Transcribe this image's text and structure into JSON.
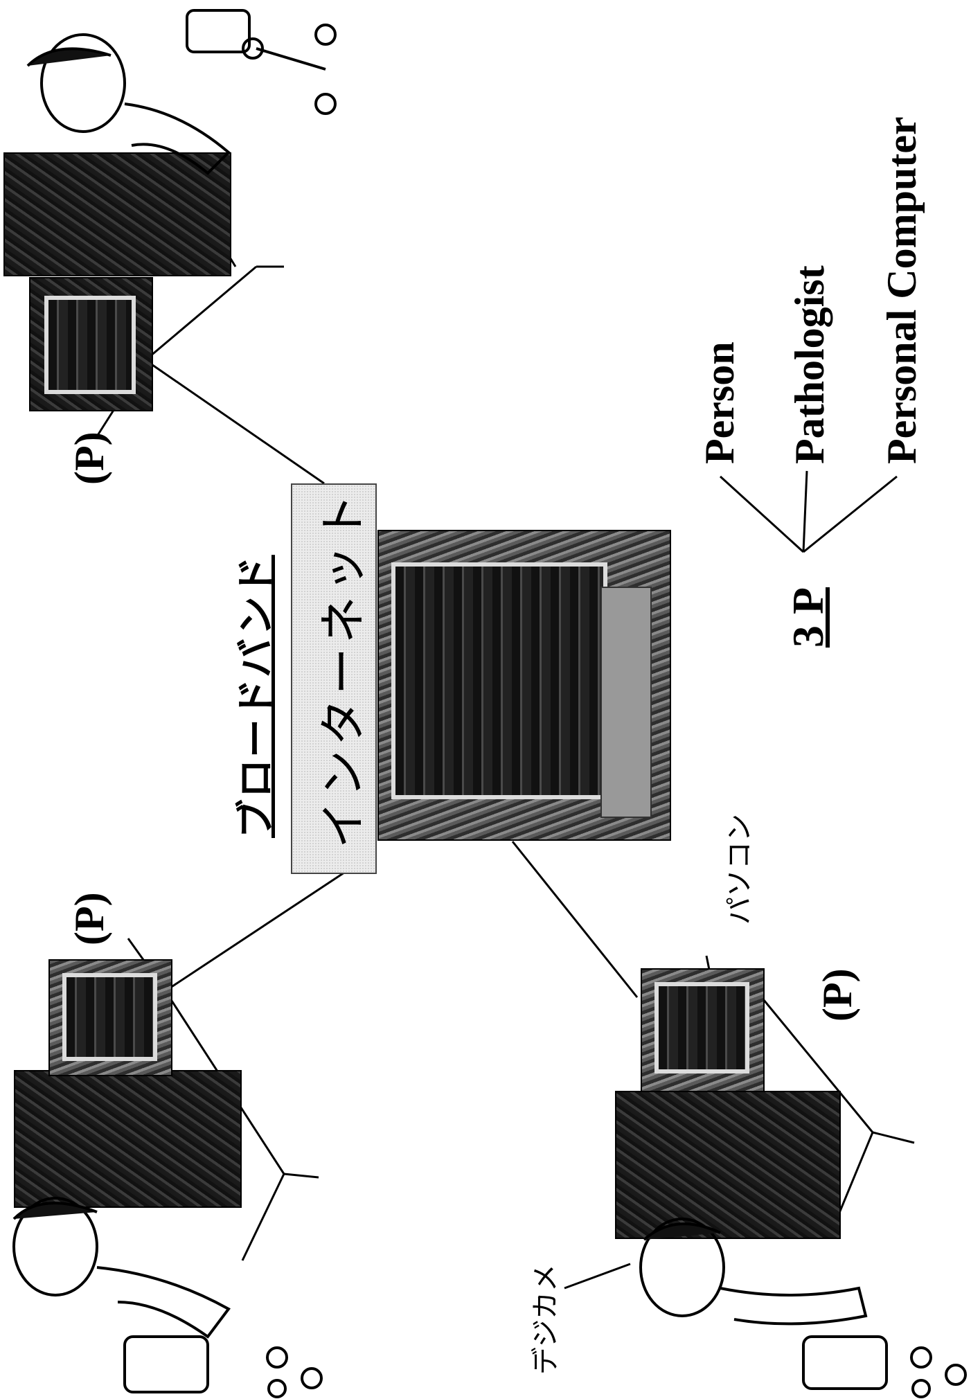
{
  "center": {
    "title": "ブロードバンド",
    "box_label": "インターネット"
  },
  "nodes": {
    "top_right_marker": "(P)",
    "top_left_marker": "(P)",
    "bottom_marker": "(P)"
  },
  "annotations": {
    "pasokon": "パソコン",
    "dejikame": "デジカメ"
  },
  "legend": {
    "title": "3 P",
    "items": [
      "Person",
      "Pathologist",
      "Personal Computer"
    ]
  }
}
